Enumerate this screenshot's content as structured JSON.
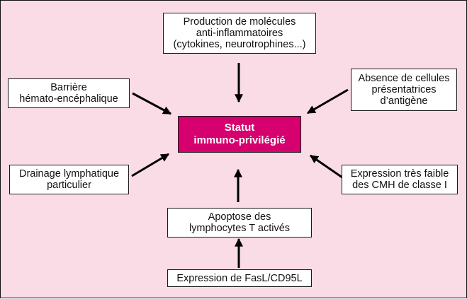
{
  "colors": {
    "background": "#f9dce6",
    "center_fill": "#d6006e",
    "box_fill": "#ffffff",
    "stroke": "#000000"
  },
  "center": {
    "line1": "Statut",
    "line2": "immuno-privilégié"
  },
  "boxes": {
    "production": {
      "line1": "Production de molécules",
      "line2": "anti-inflammatoires",
      "line3": "(cytokines, neurotrophines...)"
    },
    "barriere": {
      "line1": "Barrière",
      "line2": "hémato-encéphalique"
    },
    "absence": {
      "line1": "Absence de cellules",
      "line2": "présentatrices",
      "line3": "d’antigène"
    },
    "drainage": {
      "line1": "Drainage lymphatique",
      "line2": "particulier"
    },
    "expression_cmh": {
      "line1": "Expression très faible",
      "line2": "des CMH de classe I"
    },
    "apoptose": {
      "line1": "Apoptose des",
      "line2": "lymphocytes T activés"
    },
    "fasl": {
      "line1": "Expression de FasL/CD95L"
    }
  }
}
